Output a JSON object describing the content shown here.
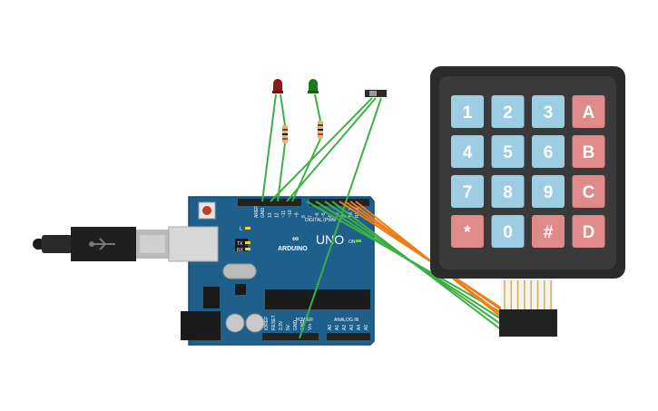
{
  "board": {
    "brand": "ARDUINO",
    "model": "UNO",
    "logo_symbol": "∞",
    "reset_label": "RESET",
    "aref_label": "AREF",
    "gnd_label": "GND",
    "digital_label": "DIGITAL (PWM ~)",
    "power_label": "POWER",
    "analog_label": "ANALOG IN",
    "led_l_label": "L",
    "tx_label": "TX",
    "rx_label": "RX",
    "on_label": "ON",
    "digital_pins": [
      "13",
      "12",
      "~11",
      "~10",
      "~9",
      "8",
      "7",
      "~6",
      "~5",
      "4",
      "~3",
      "2",
      "TX 1",
      "RX 0"
    ],
    "power_pins": [
      "IOREF",
      "RESET",
      "3.3V",
      "5V",
      "GND",
      "GND",
      "Vin"
    ],
    "analog_pins": [
      "A0",
      "A1",
      "A2",
      "A3",
      "A4",
      "A5"
    ]
  },
  "keypad": {
    "rows": [
      [
        "1",
        "2",
        "3",
        "A"
      ],
      [
        "4",
        "5",
        "6",
        "B"
      ],
      [
        "7",
        "8",
        "9",
        "C"
      ],
      [
        "*",
        "0",
        "#",
        "D"
      ]
    ],
    "colors": {
      "digit": "#9ccde3",
      "letter": "#e18a8a",
      "frame": "#2b2b2b",
      "body": "#3a3a3a"
    }
  },
  "leds": [
    {
      "name": "red-led",
      "color": "#8b1a1a"
    },
    {
      "name": "green-led",
      "color": "#1e7a1e"
    }
  ],
  "colors": {
    "board": "#1f5f8b",
    "board_edge": "#174a6d",
    "wire_green": "#3cb043",
    "wire_orange": "#ef7d17",
    "header": "#222222"
  }
}
